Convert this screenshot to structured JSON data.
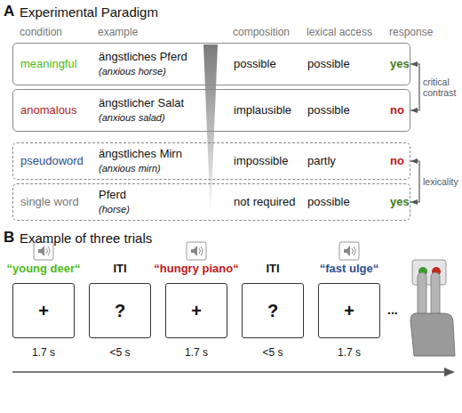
{
  "diagram": {
    "nodes": [
      {
        "text": [
          "meaningful",
          "ängstliches Pferd",
          "(anxious horse)",
          "possible",
          "possible",
          "yes"
        ]
      },
      {
        "text": [
          "anomalous",
          "ängstlicher Salat",
          "(anxious salad)",
          "implausible",
          "possible",
          "no"
        ]
      },
      {
        "text": [
          "pseudoword",
          "ängstliches Mirn",
          "(anxious mirn)",
          "impossible",
          "partly",
          "no"
        ]
      },
      {
        "text": [
          "single word",
          "Pferd",
          "(horse)",
          "not required",
          "possible",
          "yes"
        ]
      },
      {
        "text": [
          "“young deer“",
          "+"
        ]
      },
      {
        "text": [
          "ITI",
          "?"
        ]
      },
      {
        "text": [
          "“hungry piano“",
          "+"
        ]
      },
      {
        "text": [
          "ITI",
          "?"
        ]
      },
      {
        "text": [
          "“fast ulge“",
          "+"
        ]
      }
    ],
    "edges": [
      {
        "from": 0,
        "to": 1,
        "arrow": "both",
        "label": "critical contrast"
      },
      {
        "from": 2,
        "to": 3,
        "arrow": "both",
        "label": "lexicality"
      }
    ],
    "labels": [
      "A",
      "Experimental Paradigm",
      "condition",
      "example",
      "composition",
      "lexical access",
      "response",
      "B",
      "Example of three trials",
      "1.7 s",
      "<5 s",
      "1.7 s",
      "<5 s",
      "1.7 s",
      "..."
    ]
  }
}
